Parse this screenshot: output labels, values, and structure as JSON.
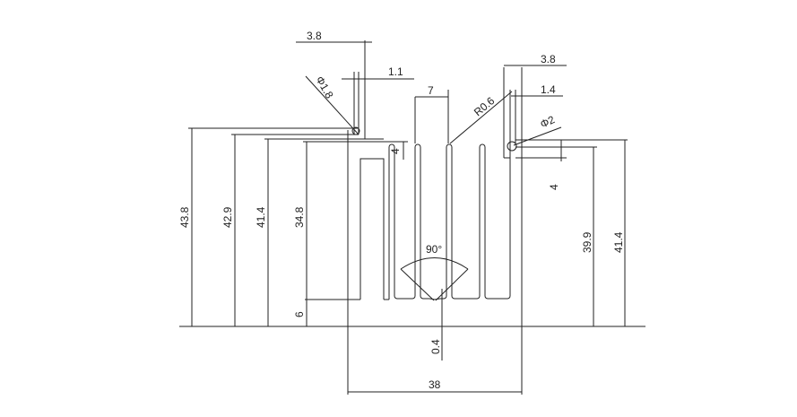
{
  "drawing": {
    "title": "Heat sink profile",
    "dimensions": {
      "top_left_width": "3.8",
      "top_left_wall": "1.1",
      "left_hole": "Φ1.8",
      "fin_gap": "7",
      "fin_radius": "R0.6",
      "top_right_width": "3.8",
      "top_right_wall": "1.4",
      "right_hole": "Φ2",
      "left_notch": "4",
      "right_notch": "4",
      "height_total": "43.8",
      "height_2": "42.9",
      "height_3": "41.4",
      "fin_height": "34.8",
      "base_thickness": "6",
      "right_height_1": "39.9",
      "right_height_2": "41.4",
      "angle": "90°",
      "fin_tip": "0.4",
      "width": "38"
    }
  }
}
